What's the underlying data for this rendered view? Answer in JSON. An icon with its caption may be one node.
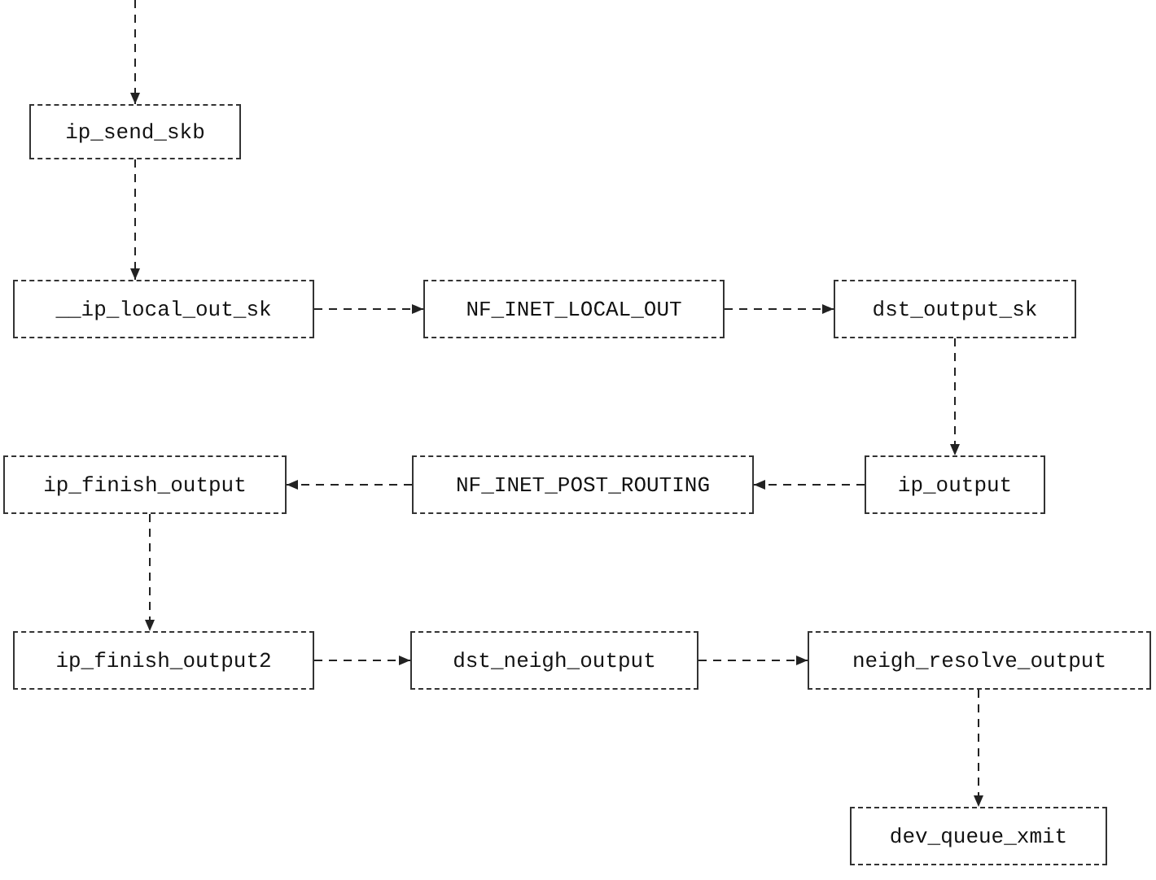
{
  "diagram": {
    "nodes": [
      {
        "text": [
          "ip_send_skb"
        ]
      },
      {
        "text": [
          "__ip_local_out_sk"
        ]
      },
      {
        "text": [
          "NF_INET_LOCAL_OUT"
        ]
      },
      {
        "text": [
          "dst_output_sk"
        ]
      },
      {
        "text": [
          "ip_finish_output"
        ]
      },
      {
        "text": [
          "NF_INET_POST_ROUTING"
        ]
      },
      {
        "text": [
          "ip_output"
        ]
      },
      {
        "text": [
          "ip_finish_output2"
        ]
      },
      {
        "text": [
          "dst_neigh_output"
        ]
      },
      {
        "text": [
          "neigh_resolve_output"
        ]
      },
      {
        "text": [
          "dev_queue_xmit"
        ]
      }
    ],
    "edges": [
      {
        "from": null,
        "to": 0,
        "arrow": "to",
        "style": "dashed"
      },
      {
        "from": 0,
        "to": 1,
        "arrow": "to",
        "style": "dashed"
      },
      {
        "from": 1,
        "to": 2,
        "arrow": "to",
        "style": "dashed"
      },
      {
        "from": 2,
        "to": 3,
        "arrow": "to",
        "style": "dashed"
      },
      {
        "from": 3,
        "to": 6,
        "arrow": "to",
        "style": "dashed"
      },
      {
        "from": 6,
        "to": 5,
        "arrow": "to",
        "style": "dashed"
      },
      {
        "from": 5,
        "to": 4,
        "arrow": "to",
        "style": "dashed"
      },
      {
        "from": 4,
        "to": 7,
        "arrow": "to",
        "style": "dashed"
      },
      {
        "from": 7,
        "to": 8,
        "arrow": "to",
        "style": "dashed"
      },
      {
        "from": 8,
        "to": 9,
        "arrow": "to",
        "style": "dashed"
      },
      {
        "from": 9,
        "to": 10,
        "arrow": "to",
        "style": "dashed"
      }
    ]
  }
}
